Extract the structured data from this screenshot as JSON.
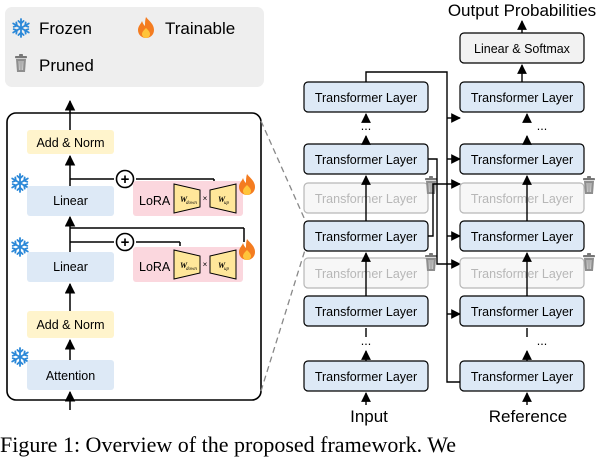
{
  "legend": {
    "frozen": "Frozen",
    "trainable": "Trainable",
    "pruned": "Pruned"
  },
  "detail": {
    "add_norm_top": "Add & Norm",
    "linear_upper": "Linear",
    "linear_lower": "Linear",
    "add_norm_bottom": "Add & Norm",
    "attention": "Attention",
    "lora_label": "LoRA",
    "w_down": "W",
    "w_down_sub": "down",
    "w_up": "W",
    "w_up_sub": "up",
    "times": "×",
    "plus": "+"
  },
  "stack": {
    "layer_label": "Transformer Layer",
    "ellipsis": "...",
    "linear_softmax": "Linear & Softmax",
    "output_title": "Output Probabilities",
    "input_label": "Input",
    "reference_label": "Reference"
  },
  "caption": "Figure 1: Overview of the proposed framework. We",
  "colors": {
    "frozen_blue": "#dde9f6",
    "frozen_blue_edge": "#a9c4e3",
    "lora_pink": "#fbd7de",
    "matrix_yellow": "#ffe79a",
    "add_norm_yellow": "#fff4cc",
    "legend_bg": "#eeeeee",
    "pruned_gray": "#b7b7b7",
    "snowflake": "#2b88d8",
    "flame": "#f47c20"
  }
}
